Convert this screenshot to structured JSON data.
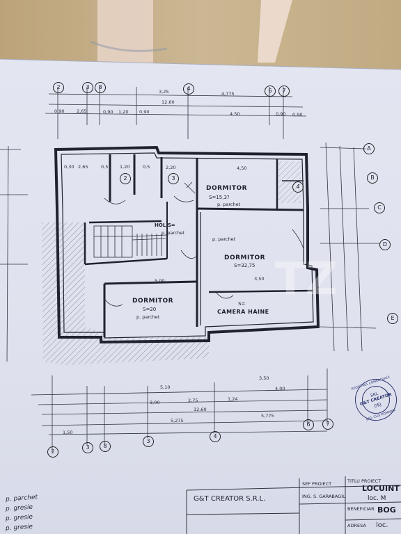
{
  "rooms": {
    "dormitor1": {
      "name": "DORMITOR",
      "area": "S=15,3?",
      "floor": "p. parchet"
    },
    "dormitor2": {
      "name": "DORMITOR",
      "area": "S=32,75",
      "floor": "p. parchet"
    },
    "dormitor3": {
      "name": "DORMITOR",
      "area": "S=20",
      "floor": "p. parchet"
    },
    "hol": {
      "name": "HOL S=",
      "floor": "p. parchet"
    },
    "camera": {
      "name": "CAMERA HAINE",
      "area": "S="
    }
  },
  "axes": {
    "top": [
      "2",
      "3",
      "8",
      "4",
      "6",
      "7"
    ],
    "bottom": [
      "2",
      "3",
      "8",
      "3",
      "4",
      "6",
      "7"
    ],
    "right": [
      "A",
      "B",
      "C",
      "D",
      "E"
    ],
    "rooms_nums": [
      "2",
      "3",
      "4"
    ]
  },
  "dims": {
    "top_row1": [
      "3,25",
      "4,775"
    ],
    "top_row2": [
      "12,60"
    ],
    "top_row3": [
      "0,90",
      "2,65",
      "0,90",
      "1,20",
      "0,90",
      "4,50",
      "0,90",
      "0,90"
    ],
    "room_row": [
      "0,30",
      "2,65",
      "0,5",
      "1,20",
      "0,5",
      "2,20",
      "4,50"
    ],
    "mid": [
      "5,00",
      "3,50"
    ],
    "bottom_row1": [
      "5,10",
      "3,50",
      "4,00"
    ],
    "bottom_row2": [
      "3,00",
      "2,75",
      "1,24"
    ],
    "bottom_row3": [
      "12,60"
    ],
    "bottom_row4": [
      "1,50",
      "5,275",
      "5,775"
    ]
  },
  "stamp": {
    "text": "G&T CREATOR",
    "ring": "REGISTRUL COMERCIULUI",
    "sub": "SRL",
    "city": "DEJ",
    "county": "JUD. CLUJ ROMANIA"
  },
  "title_block": {
    "company": "G&T CREATOR S.R.L.",
    "sef_label": "SEF PROIECT",
    "sef_name": "ING. S. GARABAGIU",
    "titlu_label": "TITLU PROIECT",
    "titlu_value": "LOCUINT",
    "loc": "loc. M",
    "beneficiar_label": "BENEFICIAR",
    "beneficiar_value": "BOG",
    "adresa_label": "ADRESA",
    "adresa_value": "loc."
  },
  "legend": [
    "p. parchet",
    "p. gresie",
    "p. gresie",
    "p. gresie"
  ],
  "watermark": "TZ"
}
